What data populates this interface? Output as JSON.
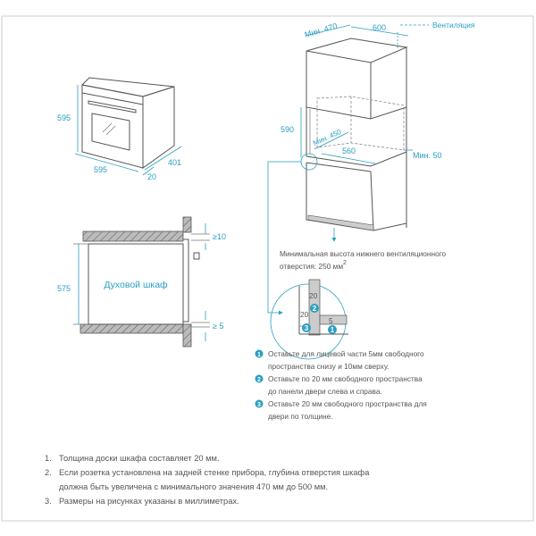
{
  "colors": {
    "accent": "#2a9fc0",
    "text": "#555555",
    "frame": "#cccccc"
  },
  "oven_dims": {
    "height": "595",
    "width": "595",
    "depth": "401",
    "door": "20"
  },
  "section": {
    "label": "Духовой шкаф",
    "height": "575",
    "top_gap": "≥10",
    "bottom_gap": "≥ 5"
  },
  "cabinet": {
    "min_depth": "Мин. 470",
    "width": "600",
    "ventilation": "Вентиляция",
    "niche_height": "590",
    "min_450": "Мин. 450",
    "width_560": "560",
    "min_50": "Мин. 50",
    "vent_note_1": "Минимальная высота нижнего вентиляционного",
    "vent_note_2": "отверстия: 250 мм",
    "vent_note_sup": "2"
  },
  "detail": {
    "d20a": "20",
    "d20b": "20",
    "d5": "5",
    "m1": "1",
    "m2": "2",
    "m3": "3"
  },
  "legend": [
    {
      "n": "1",
      "lines": [
        "Оставьте для лицевой части 5мм свободного",
        "пространства снизу и 10мм сверху."
      ]
    },
    {
      "n": "2",
      "lines": [
        "Оставьте по 20 мм свободного пространства",
        "до панели двери слева и справа."
      ]
    },
    {
      "n": "3",
      "lines": [
        "Оставьте 20 мм свободного пространства для",
        "двери по толщине."
      ]
    }
  ],
  "notes": [
    {
      "n": "1.",
      "lines": [
        "Толщина доски шкафа составляет 20 мм."
      ]
    },
    {
      "n": "2.",
      "lines": [
        "Если розетка установлена на задней стенке прибора, глубина отверстия шкафа",
        "должна быть увеличена с минимального значения 470 мм до 500 мм."
      ]
    },
    {
      "n": "3.",
      "lines": [
        "Размеры на рисунках указаны в миллиметрах."
      ]
    }
  ]
}
